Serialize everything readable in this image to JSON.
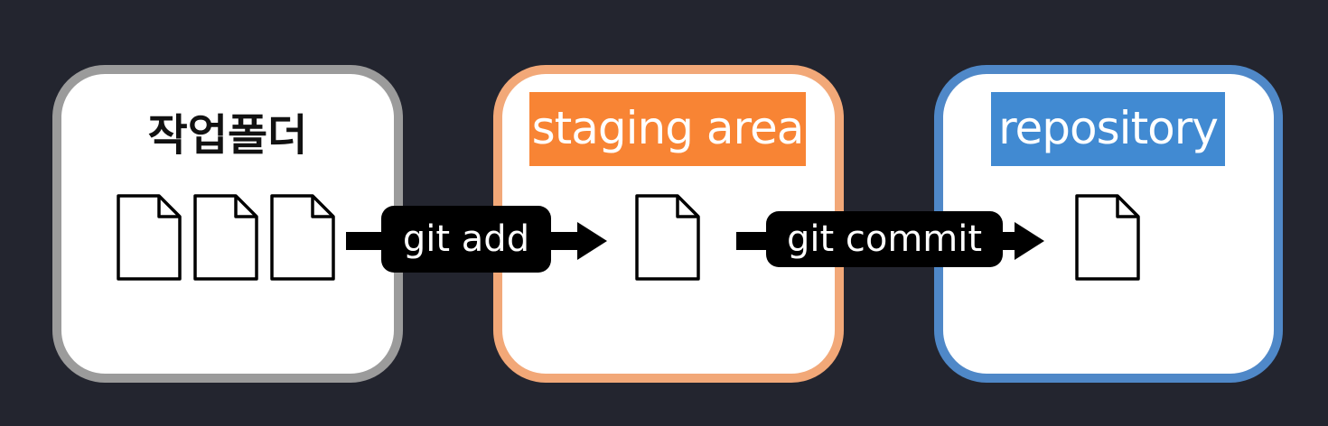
{
  "diagram": {
    "working_folder": {
      "label": "작업폴더",
      "border_color": "#9b9b9b",
      "file_count": 3
    },
    "staging_area": {
      "label": "staging area",
      "border_color": "#f2a878",
      "chip_color": "#f88434",
      "file_count": 1
    },
    "repository": {
      "label": "repository",
      "border_color": "#4f88c8",
      "chip_color": "#418ad2",
      "file_count": 1
    },
    "arrows": [
      {
        "label": "git add",
        "from": "working_folder",
        "to": "staging_area"
      },
      {
        "label": "git commit",
        "from": "staging_area",
        "to": "repository"
      }
    ],
    "file_icon": "document-icon",
    "background_color": "#23252f"
  }
}
